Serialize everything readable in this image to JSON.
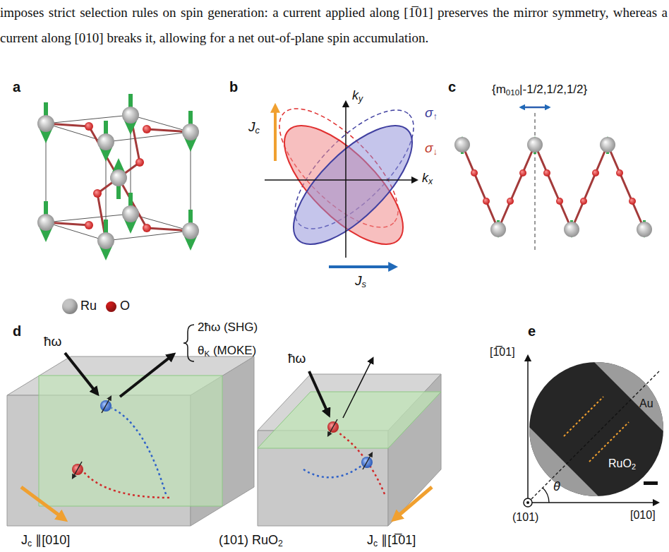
{
  "diagram": {
    "labels": [
      "imposes strict selection rules on spin generation: a current applied along [1̅01] preserves the mirror symmetry, whereas a current along [010] breaks it, allowing for a net out-of-plane spin accumulation.",
      "a",
      "b",
      "c",
      "Jc",
      "ky",
      "kx",
      "σ↑",
      "σ↓",
      "Js",
      "{m010|-1/2,1/2,1/2}",
      "d",
      "ħω",
      "2ħω (SHG)",
      "θK (MOKE)",
      "ħω",
      "Jc ∥[010]",
      "(101) RuO2",
      "Jc ∥[1̅01]",
      "e",
      "[1̅01]",
      "[010]",
      "(101)",
      "θ",
      "Au",
      "RuO2"
    ],
    "legend": [
      {
        "text": "Ru",
        "color": "#c4c4c4"
      },
      {
        "text": "O",
        "color": "#d01c1c"
      }
    ]
  }
}
